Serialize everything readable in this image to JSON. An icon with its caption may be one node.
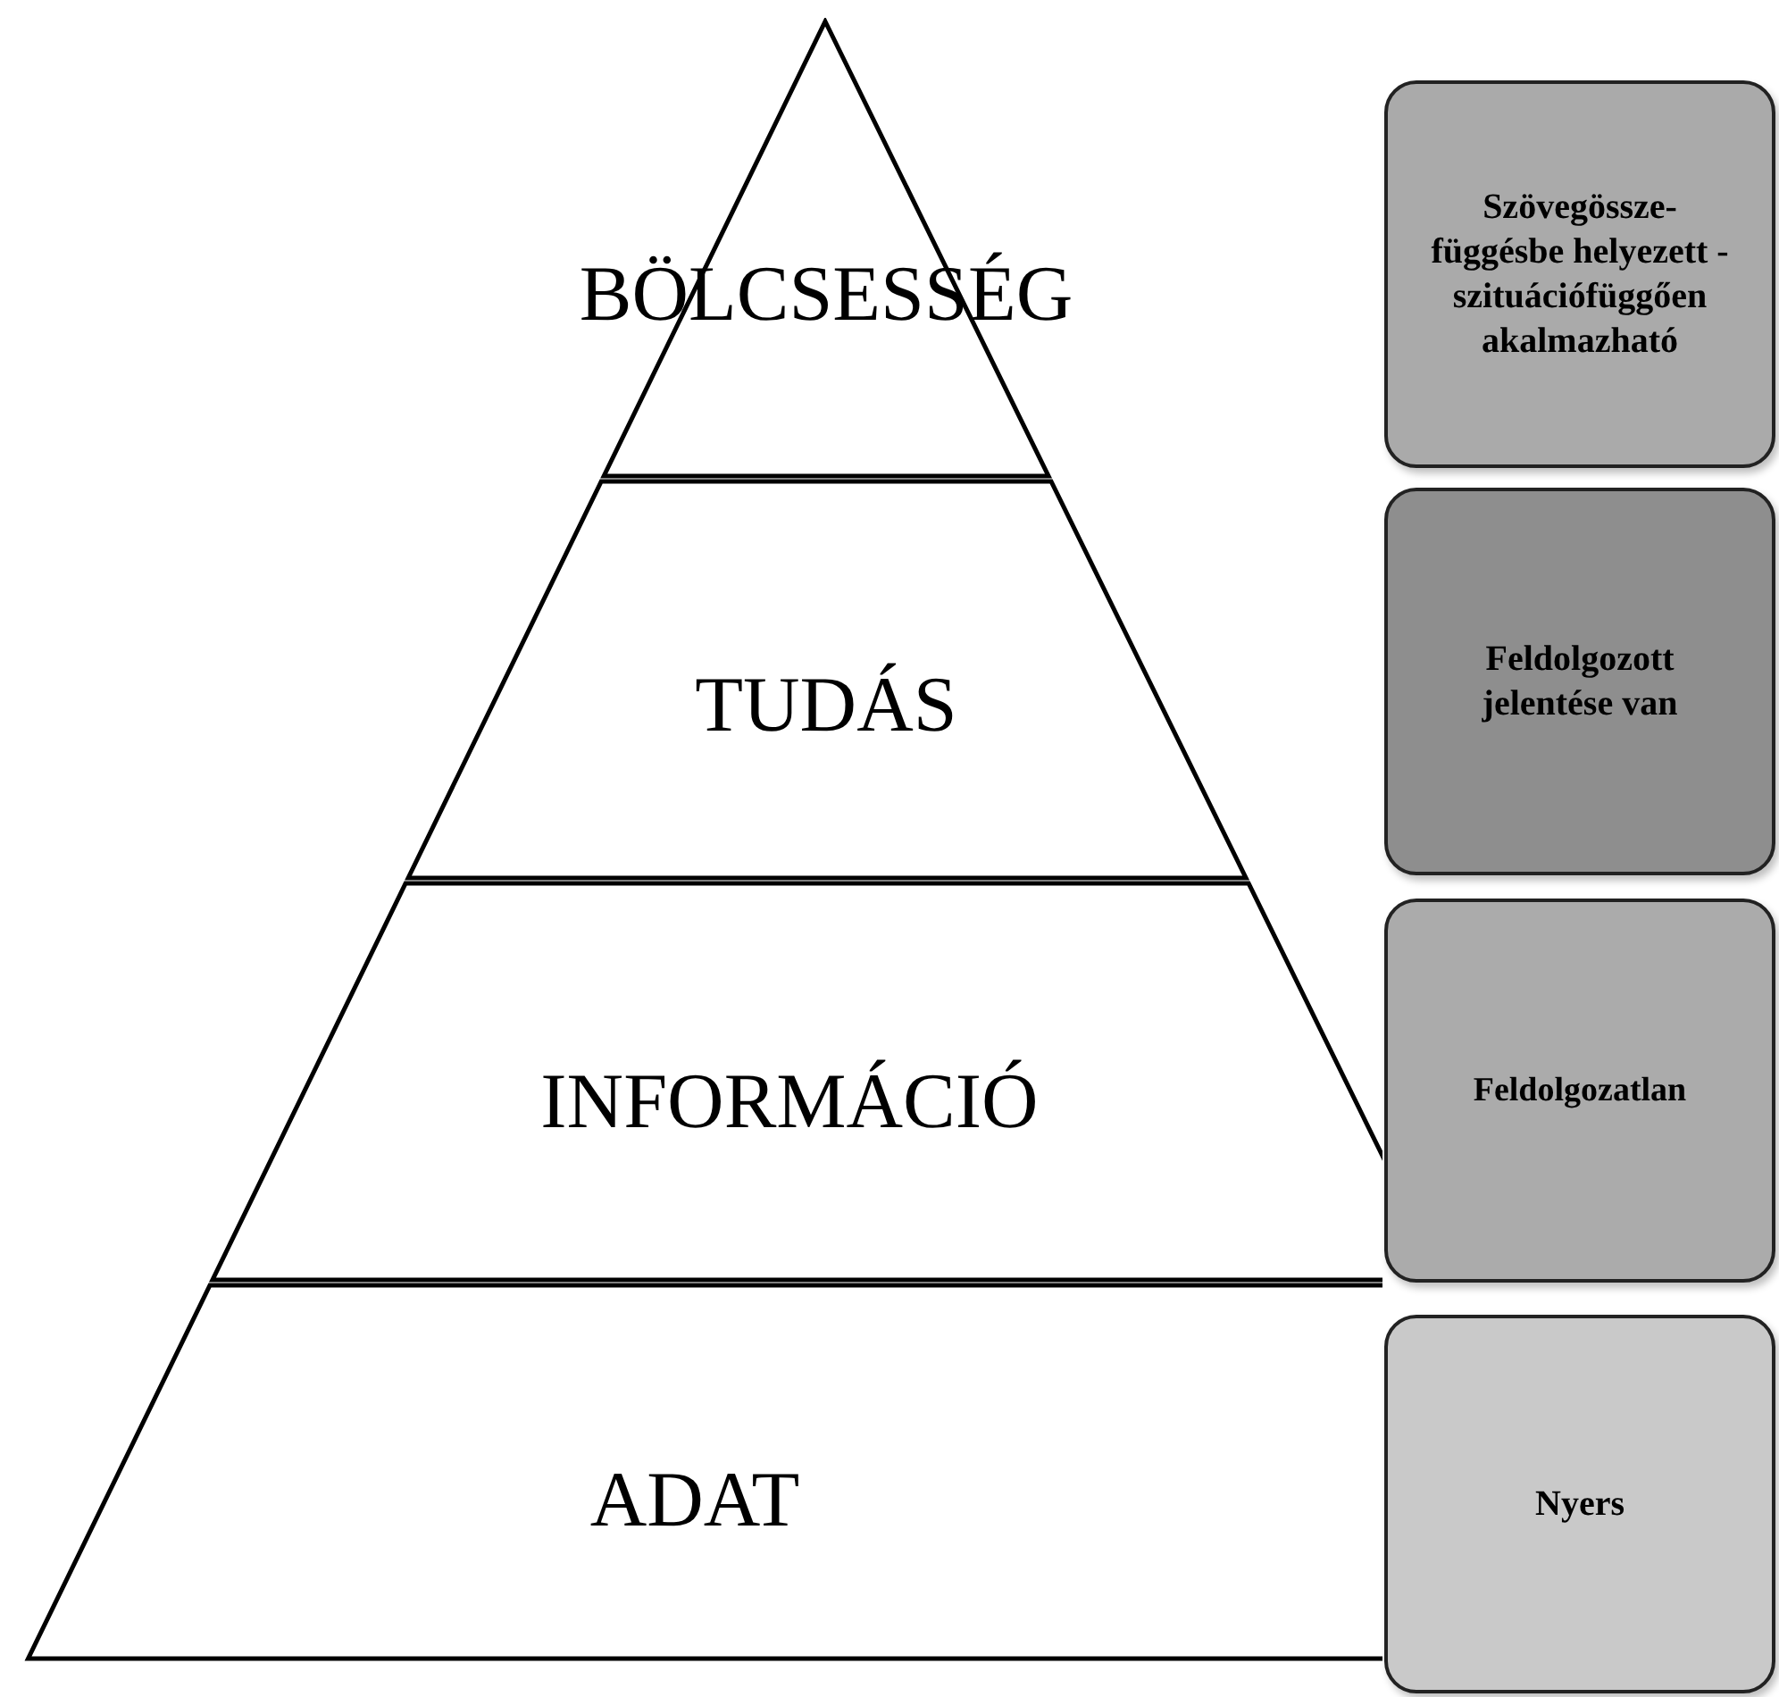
{
  "diagram": {
    "nodes": [
      {
        "text": [
          "BÖLCSESSÉG"
        ]
      },
      {
        "text": [
          "TUDÁS"
        ]
      },
      {
        "text": [
          "INFORMÁCIÓ"
        ]
      },
      {
        "text": [
          "ADAT"
        ]
      },
      {
        "text": [
          "Szövegössze- függésbe helyezett - szituációfüggően akalmazható"
        ]
      },
      {
        "text": [
          "Feldolgozott jelentése van"
        ]
      },
      {
        "text": [
          "Feldolgozatlan"
        ]
      },
      {
        "text": [
          "Nyers"
        ]
      }
    ]
  }
}
